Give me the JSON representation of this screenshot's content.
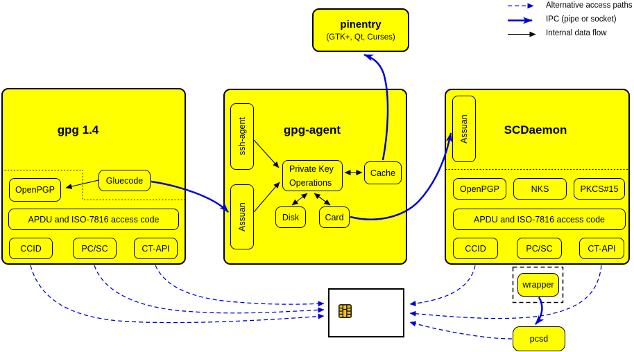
{
  "colors": {
    "box_fill": "#ffff00",
    "line": "#000000",
    "blue": "#0000dd",
    "bg": "#ffffff",
    "chip": "#eec41a"
  },
  "legend": {
    "alternative": "Alternative access paths",
    "ipc": "IPC (pipe or socket)",
    "internal": "Internal data flow"
  },
  "pinentry": {
    "title": "pinentry",
    "subtitle": "(GTK+, Qt, Curses)"
  },
  "gpg14": {
    "title": "gpg 1.4",
    "openpgp": "OpenPGP",
    "gluecode": "Gluecode",
    "apdu": "APDU and ISO-7816 access code",
    "ccid": "CCID",
    "pcsc": "PC/SC",
    "ctapi": "CT-API"
  },
  "gpg_agent": {
    "title": "gpg-agent",
    "ssh_agent": "ssh-agent",
    "assuan": "Assuan",
    "private_key_ops": [
      "Private Key",
      "Operations"
    ],
    "cache": "Cache",
    "disk": "Disk",
    "card": "Card"
  },
  "scdaemon": {
    "title": "SCDaemon",
    "assuan": "Assuan",
    "openpgp": "OpenPGP",
    "nks": "NKS",
    "pkcs15": "PKCS#15",
    "apdu": "APDU and ISO-7816 access code",
    "ccid": "CCID",
    "pcsc": "PC/SC",
    "ctapi": "CT-API"
  },
  "devices": {
    "smartcard_icon": "smartcard-chip-icon",
    "wrapper": "wrapper",
    "pcsd": "pcsd"
  }
}
